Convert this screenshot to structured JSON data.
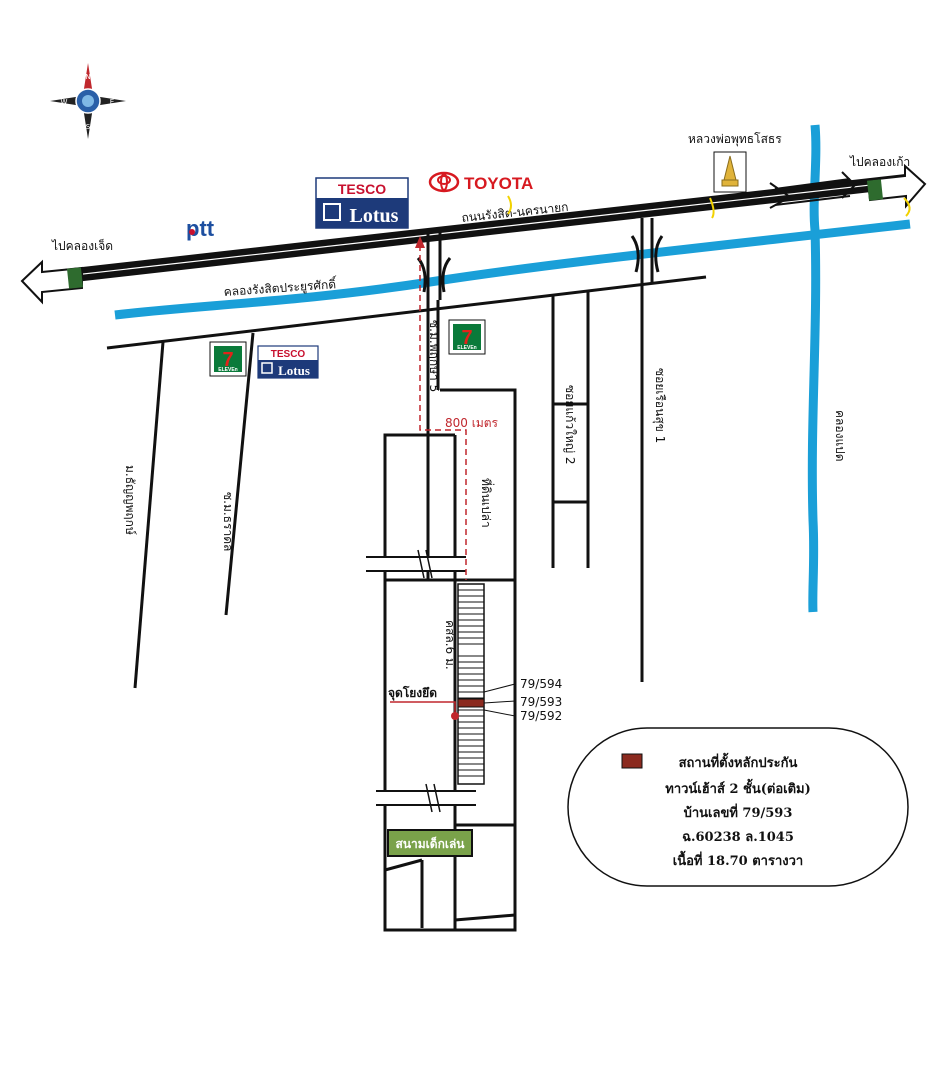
{
  "labels": {
    "to_khlong_7": "ไปคลองเจ็ด",
    "to_khlong_9": "ไปคลองเก้า",
    "road_main": "ถนนรังสิต-นครนายก",
    "canal_main": "คลองรังสิตประยูรศักดิ์",
    "temple": "หลวงพ่อพุทธโสธร",
    "canal_8": "คลองแปด",
    "soi_pruksa5": "ซ.ม.พฤกษา 5",
    "soi_thanya": "ม.ธัญญพฤกษ์",
    "soi_rattan": "ซ.ม.ธราดล",
    "soi_kaew2": "ซอยแก้วใหญ่ 2",
    "soi_ruean1": "ซอยเรือนสุข 1",
    "distance": "800 เมตร",
    "vacant_land": "ที่ดินเปล่า",
    "lane_6m": "คสล.6 ม.",
    "ref_point": "จุดโยงยึด",
    "house_594": "79/594",
    "house_593": "79/593",
    "house_592": "79/592",
    "playground": "สนามเด็กเล่น"
  },
  "brands": {
    "tesco": "TESCO",
    "lotus": "Lotus",
    "toyota": "TOYOTA",
    "ptt": "ptt",
    "seven_num": "7",
    "seven_word": "ELEVEn"
  },
  "compass": {
    "n": "N",
    "e": "E",
    "s": "S",
    "w": "W"
  },
  "legend": {
    "line1": "สถานที่ตั้งหลักประกัน",
    "line2": "ทาวน์เฮ้าส์ 2 ชั้น(ต่อเติม)",
    "line3": "บ้านเลขที่ 79/593",
    "line4": "ฉ.60238 ล.1045",
    "line5": "เนื้อที่ 18.70 ตารางวา"
  },
  "colors": {
    "road": "#111111",
    "canal": "#1a9fd8",
    "highlight": "#c0272d",
    "arrow_green": "#2e6b2e",
    "playground": "#7aa24a"
  },
  "icons": {
    "compass": "compass-rose-icon",
    "temple": "temple-stupa-icon",
    "toyota": "toyota-logo-icon",
    "seven": "seven-eleven-logo-icon"
  }
}
